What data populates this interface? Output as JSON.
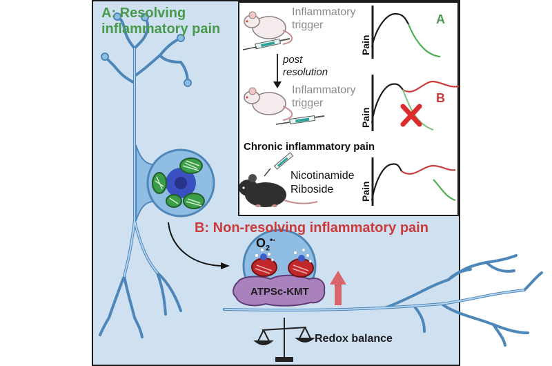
{
  "figure": {
    "title_a": "A: Resolving\ninflammatory pain",
    "title_b": "B: Non-resolving inflammatory pain",
    "inset": {
      "trigger_label_1": "Inflammatory\ntrigger",
      "trigger_label_2": "Inflammatory\ntrigger",
      "post_resolution": "post\nresolution",
      "chronic_title": "Chronic inflammatory pain",
      "treatment": "Nicotinamide\nRiboside",
      "pain_axis_label": "Pain",
      "curve_a_tag": "A",
      "curve_b_tag": "B"
    },
    "mitochondria": {
      "superoxide_main": "O",
      "superoxide_sub": "2",
      "superoxide_sup": "•-",
      "complex_label": "ATPSc-KMT"
    },
    "balance_label": "Redox balance"
  },
  "colors": {
    "background": "#cfe1f1",
    "neuron": "#8fbde3",
    "neuron_outline": "#4d86b8",
    "resolving_green": "#4a9a4d",
    "nonresolving_red": "#cc3a3a",
    "mito_red": "#c0282a",
    "atp_complex": "#a981bd"
  },
  "icons": [
    "neuron-icon",
    "mouse-icon",
    "syringe-icon",
    "cross-mark-icon",
    "arrow-icon",
    "mitochondria-icon",
    "up-arrow-icon",
    "balance-scale-icon"
  ]
}
